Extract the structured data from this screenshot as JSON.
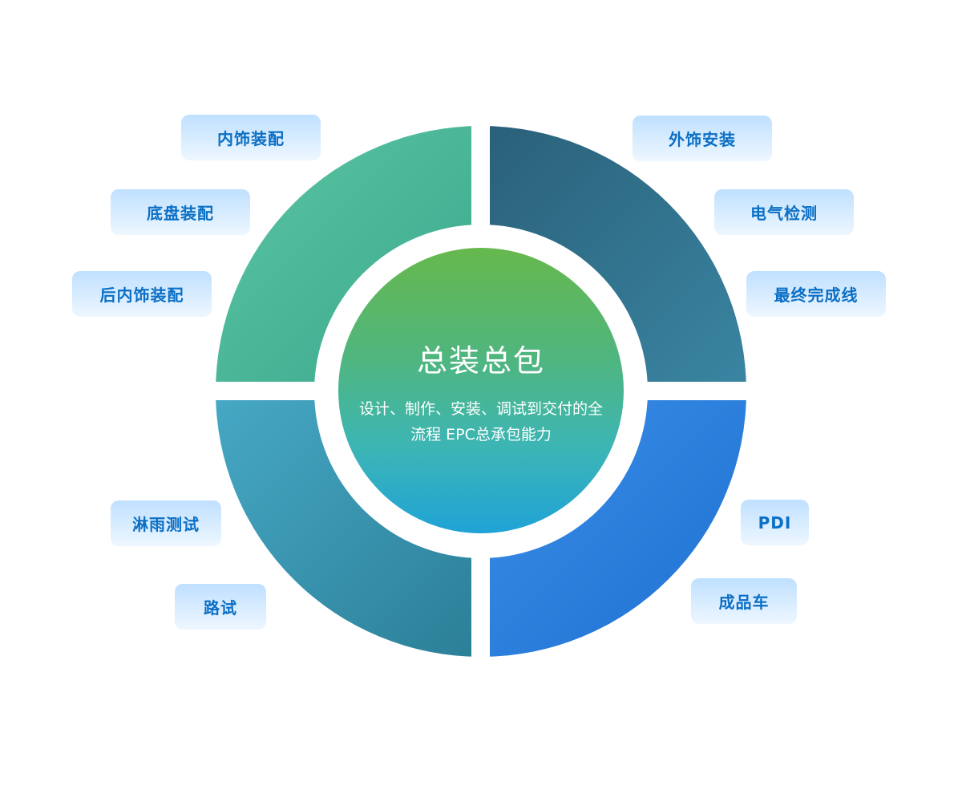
{
  "center": {
    "title": "总装总包",
    "description": "设计、制作、安装、调试到交付的全流程 EPC总承包能力"
  },
  "labels": {
    "interior_assembly": "内饰装配",
    "chassis_assembly": "底盘装配",
    "rear_interior_assembly": "后内饰装配",
    "exterior_installation": "外饰安装",
    "electrical_testing": "电气检测",
    "final_line": "最终完成线",
    "rain_test": "淋雨测试",
    "road_test": "路试",
    "pdi": "PDI",
    "finished_vehicle": "成品车"
  },
  "colors": {
    "top_left": "#45b896",
    "top_right": "#2f7391",
    "bottom_left": "#3b98ba",
    "bottom_right": "#2a82e2",
    "label_text": "#0b6fc4"
  }
}
